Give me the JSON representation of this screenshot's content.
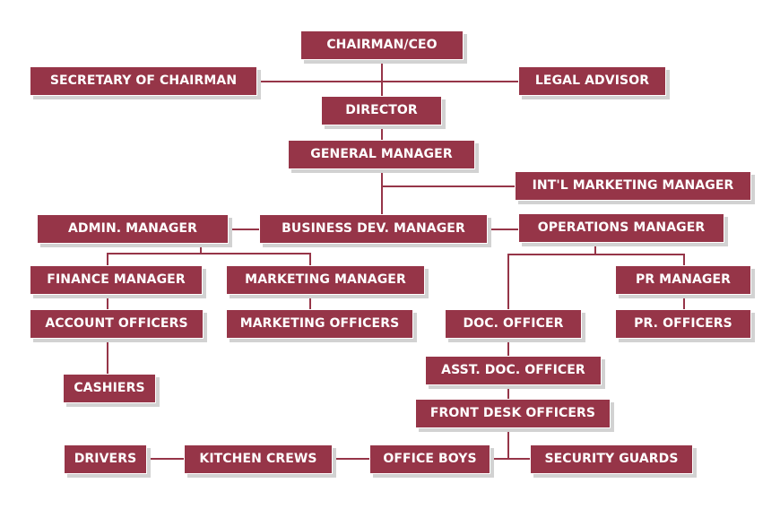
{
  "title": "Organization Chart",
  "colors": {
    "box": "#963548",
    "line": "#963548",
    "shadow": "#d2d2d2",
    "text": "#ffffff"
  },
  "nodes": {
    "chairman": "CHAIRMAN/CEO",
    "secretary": "SECRETARY OF CHAIRMAN",
    "legal": "LEGAL ADVISOR",
    "director": "DIRECTOR",
    "general_manager": "GENERAL MANAGER",
    "intl_marketing": "INT'L MARKETING MANAGER",
    "admin": "ADMIN. MANAGER",
    "business_dev": "BUSINESS DEV. MANAGER",
    "operations": "OPERATIONS MANAGER",
    "finance": "FINANCE MANAGER",
    "marketing_manager": "MARKETING MANAGER",
    "pr_manager": "PR MANAGER",
    "account_officers": "ACCOUNT OFFICERS",
    "marketing_officers": "MARKETING OFFICERS",
    "doc_officer": "DOC. OFFICER",
    "pr_officers": "PR. OFFICERS",
    "cashiers": "CASHIERS",
    "asst_doc_officer": "ASST. DOC. OFFICER",
    "front_desk": "FRONT DESK OFFICERS",
    "drivers": "DRIVERS",
    "kitchen": "KITCHEN CREWS",
    "office_boys": "OFFICE BOYS",
    "security": "SECURITY GUARDS"
  }
}
